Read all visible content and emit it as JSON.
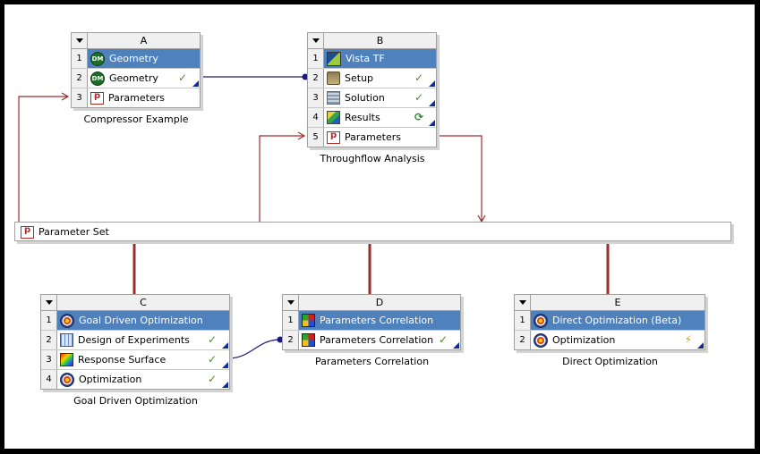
{
  "systems": {
    "A": {
      "letter": "A",
      "caption": "Compressor Example",
      "rows": [
        {
          "num": "1",
          "label": "Geometry",
          "icon": "dm-icon"
        },
        {
          "num": "2",
          "label": "Geometry",
          "icon": "dm-icon",
          "state": "✓"
        },
        {
          "num": "3",
          "label": "Parameters",
          "icon": "parameters-icon"
        }
      ]
    },
    "B": {
      "letter": "B",
      "caption": "Throughflow Analysis",
      "rows": [
        {
          "num": "1",
          "label": "Vista TF",
          "icon": "vista-tf-icon"
        },
        {
          "num": "2",
          "label": "Setup",
          "icon": "setup-icon",
          "state": "✓"
        },
        {
          "num": "3",
          "label": "Solution",
          "icon": "solution-icon",
          "state": "✓"
        },
        {
          "num": "4",
          "label": "Results",
          "icon": "results-icon",
          "state": "⟳"
        },
        {
          "num": "5",
          "label": "Parameters",
          "icon": "parameters-icon"
        }
      ]
    },
    "C": {
      "letter": "C",
      "caption": "Goal Driven Optimization",
      "rows": [
        {
          "num": "1",
          "label": "Goal Driven Optimization",
          "icon": "optimization-icon"
        },
        {
          "num": "2",
          "label": "Design of Experiments",
          "icon": "design-of-experiments-icon",
          "state": "✓"
        },
        {
          "num": "3",
          "label": "Response Surface",
          "icon": "response-surface-icon",
          "state": "✓"
        },
        {
          "num": "4",
          "label": "Optimization",
          "icon": "optimization-icon",
          "state": "✓"
        }
      ]
    },
    "D": {
      "letter": "D",
      "caption": "Parameters Correlation",
      "rows": [
        {
          "num": "1",
          "label": "Parameters Correlation",
          "icon": "parameters-correlation-icon"
        },
        {
          "num": "2",
          "label": "Parameters Correlation",
          "icon": "parameters-correlation-icon",
          "state": "✓"
        }
      ]
    },
    "E": {
      "letter": "E",
      "caption": "Direct Optimization",
      "rows": [
        {
          "num": "1",
          "label": "Direct Optimization (Beta)",
          "icon": "optimization-icon"
        },
        {
          "num": "2",
          "label": "Optimization",
          "icon": "optimization-icon",
          "state": "⚡"
        }
      ]
    }
  },
  "parameter_set": {
    "label": "Parameter Set",
    "icon": "parameters-icon"
  },
  "colors": {
    "title_row": "#4f81bd",
    "connector_geometry": "#1a1a7a",
    "connector_parameters": "#9b2d2d",
    "status_ok": "#4c8a2c",
    "status_triangle": "#0d2d9c"
  }
}
